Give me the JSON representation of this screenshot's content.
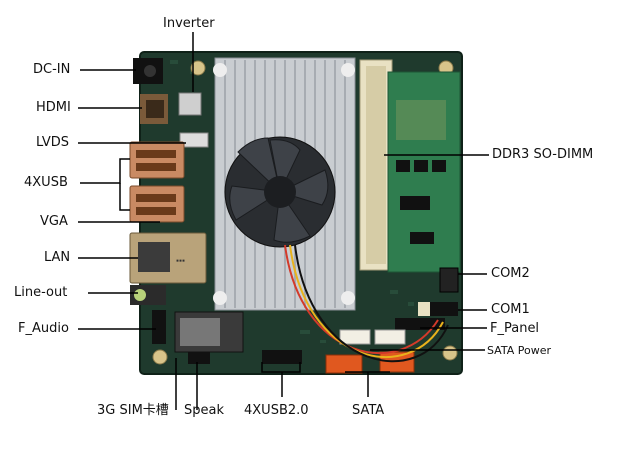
{
  "labels": {
    "inverter": "Inverter",
    "dc_in": "DC-IN",
    "hdmi": "HDMI",
    "lvds": "LVDS",
    "usb4": "4XUSB",
    "vga": "VGA",
    "lan": "LAN",
    "line_out": "Line-out",
    "f_audio": "F_Audio",
    "sim": "3G SIM卡槽",
    "speak": "Speak",
    "usb20": "4XUSB2.0",
    "sata": "SATA",
    "sata_power": "SATA Power",
    "f_panel": "F_Panel",
    "com1": "COM1",
    "com2": "COM2",
    "ddr3": "DDR3 SO-DIMM"
  },
  "colors": {
    "pcb": "#1f3a2d",
    "pcb_edge": "#0f2118",
    "heatsink": "#c9cdd1",
    "fan": "#2a2d31",
    "sodimm": "#e9e1c3",
    "ram_pcb": "#2f7d4f",
    "usb_port": "#c98a63",
    "sata_red": "#e0581f",
    "lan_port": "#b9a37a",
    "line_green": "#b8d27a",
    "wire_red": "#d33a2a",
    "wire_yellow": "#e8b21c",
    "leader": "#000000"
  }
}
